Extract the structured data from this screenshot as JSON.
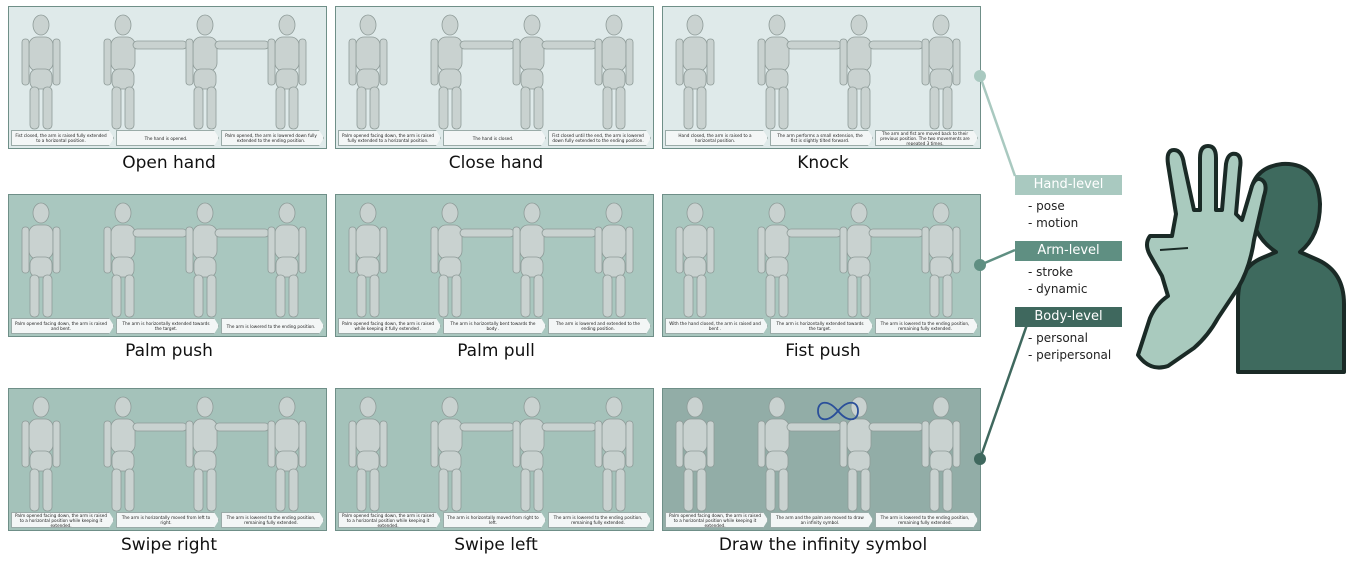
{
  "rows": [
    [
      {
        "label": "Open hand",
        "steps": [
          "Fist closed, the arm is raised fully extended to a horizontal position.",
          "The hand is opened.",
          "Palm opened, the arm is lowered down fully extended to the ending position."
        ]
      },
      {
        "label": "Close hand",
        "steps": [
          "Palm opened facing down, the arm is raised fully extended to a horizontal position.",
          "The hand is closed.",
          "Fist closed until the end, the arm is lowered down fully extended to the ending position."
        ]
      },
      {
        "label": "Knock",
        "steps": [
          "Hand closed, the arm is raised to a horizontal position.",
          "The arm performs a small extension, the fist is slightly tilted forward.",
          "The arm and fist are moved back to their previous position. The two movements are repeated 3 times."
        ]
      }
    ],
    [
      {
        "label": "Palm push",
        "steps": [
          "Palm opened facing down, the arm is raised and bent.",
          "The arm is horizontally extended towards the target.",
          "The arm is lowered to the ending position."
        ]
      },
      {
        "label": "Palm pull",
        "steps": [
          "Palm opened facing down, the arm is raised while keeping it fully extended .",
          "The arm is horizontally bent towards the body .",
          "The arm is lowered and extended to the ending position."
        ]
      },
      {
        "label": "Fist push",
        "steps": [
          "With the hand closed, the arm is raised and bent .",
          "The arm is horizontally extended towards the target.",
          "The arm is lowered to the ending position, remaining fully extended."
        ]
      }
    ],
    [
      {
        "label": "Swipe right",
        "steps": [
          "Palm opened facing down, the arm is raised to a horizontal position while keeping it extended.",
          "The arm is horizontally moved from left to right.",
          "The arm is lowered to the ending position, remaining fully extended."
        ]
      },
      {
        "label": "Swipe left",
        "steps": [
          "Palm opened facing down, the arm is raised to a horizontal position while keeping it extended.",
          "The arm is horizontally moved from right to left.",
          "The arm is lowered to the ending position, remaining fully extended."
        ]
      },
      {
        "label": "Draw the infinity symbol",
        "steps": [
          "Palm opened facing down, the arm is raised to a horizontal position while keeping it extended.",
          "The arm and the palm are moved to draw an infinity symbol.",
          "The arm is lowered to the ending position, remaining fully extended."
        ]
      }
    ]
  ],
  "levels": [
    {
      "name": "Hand-level",
      "items": [
        "pose",
        "motion"
      ],
      "color": "#a9c9c0"
    },
    {
      "name": "Arm-level",
      "items": [
        "stroke",
        "dynamic"
      ],
      "color": "#5f8f82"
    },
    {
      "name": "Body-level",
      "items": [
        "personal",
        "peripersonal"
      ],
      "color": "#3f685e"
    }
  ],
  "colors": {
    "skin": "#a9cabe",
    "body": "#3e6a5e",
    "outline": "#1a2a26"
  }
}
